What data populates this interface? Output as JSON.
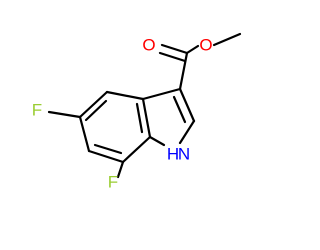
{
  "molecule": {
    "atoms": {
      "fluorine_5": "F",
      "fluorine_7": "F",
      "nitrogen": "N",
      "nitrogen_hydrogen": "H",
      "carbonyl_oxygen": "O",
      "ester_oxygen": "O"
    }
  },
  "colors": {
    "bond": "#000000",
    "fluorine": "#9acd32",
    "nitrogen": "#0000ff",
    "oxygen": "#ff0000"
  }
}
